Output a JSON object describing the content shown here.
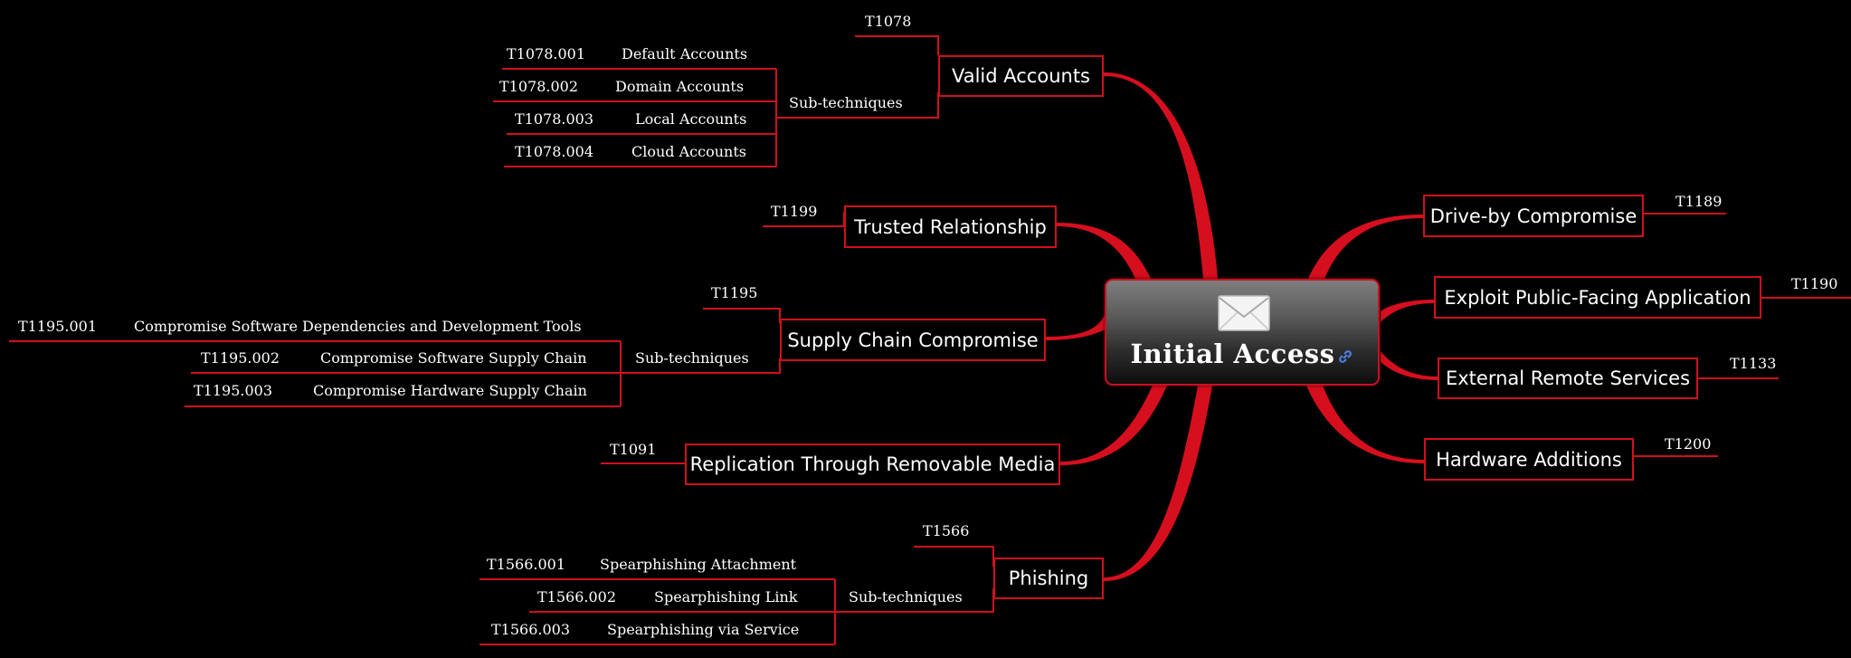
{
  "central": {
    "title": "Initial Access",
    "icon": "envelope-icon",
    "link_icon": "link-icon"
  },
  "colors": {
    "background": "#000000",
    "accent": "#d0101e",
    "text": "#ffffff"
  },
  "left_branches": [
    {
      "name": "Valid Accounts",
      "id": "T1078",
      "group_label": "Sub-techniques",
      "subs": [
        {
          "id": "T1078.001",
          "name": "Default Accounts"
        },
        {
          "id": "T1078.002",
          "name": "Domain Accounts"
        },
        {
          "id": "T1078.003",
          "name": "Local Accounts"
        },
        {
          "id": "T1078.004",
          "name": "Cloud Accounts"
        }
      ]
    },
    {
      "name": "Trusted Relationship",
      "id": "T1199"
    },
    {
      "name": "Supply Chain Compromise",
      "id": "T1195",
      "group_label": "Sub-techniques",
      "subs": [
        {
          "id": "T1195.001",
          "name": "Compromise Software Dependencies and Development Tools"
        },
        {
          "id": "T1195.002",
          "name": "Compromise Software Supply Chain"
        },
        {
          "id": "T1195.003",
          "name": "Compromise Hardware Supply Chain"
        }
      ]
    },
    {
      "name": "Replication Through Removable Media",
      "id": "T1091"
    },
    {
      "name": "Phishing",
      "id": "T1566",
      "group_label": "Sub-techniques",
      "subs": [
        {
          "id": "T1566.001",
          "name": "Spearphishing Attachment"
        },
        {
          "id": "T1566.002",
          "name": "Spearphishing Link"
        },
        {
          "id": "T1566.003",
          "name": "Spearphishing via Service"
        }
      ]
    }
  ],
  "right_branches": [
    {
      "name": "Drive-by Compromise",
      "id": "T1189"
    },
    {
      "name": "Exploit Public-Facing Application",
      "id": "T1190"
    },
    {
      "name": "External Remote Services",
      "id": "T1133"
    },
    {
      "name": "Hardware Additions",
      "id": "T1200"
    }
  ]
}
